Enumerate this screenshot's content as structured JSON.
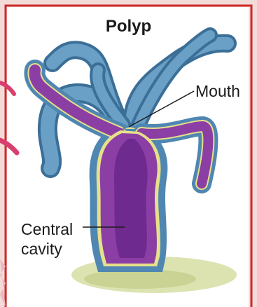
{
  "diagram": {
    "title": "Polyp",
    "labels": {
      "mouth": "Mouth",
      "cavity_line1": "Central",
      "cavity_line2": "cavity"
    }
  },
  "colors": {
    "page_border": "#cc2a2a",
    "panel_background": "#ffffff",
    "background_texture": "#f7d8d6",
    "tentacle_blue": "#5d92b9",
    "outer_layer_blue": "#4f87b2",
    "yellow_layer": "#e7e08a",
    "body_purple": "#8b3fa5",
    "cavity_purple": "#6f2a8f",
    "ground_green": "#c9d59a",
    "coral_pink": "#d93f6e"
  }
}
